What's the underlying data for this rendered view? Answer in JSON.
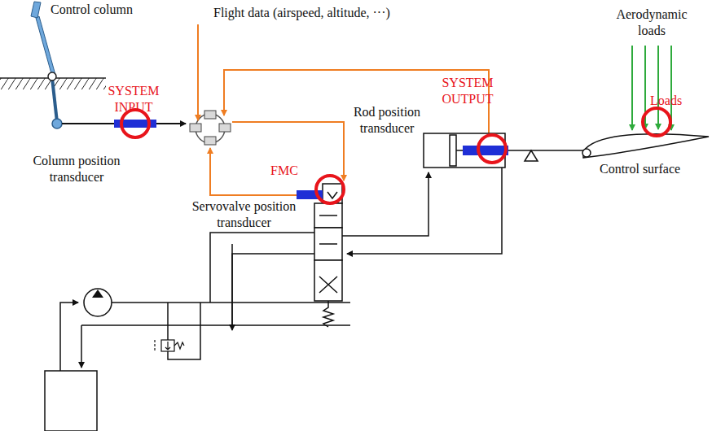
{
  "diagram": {
    "labels": [
      "Control column",
      "Flight data (airspeed, altitude, ···)",
      "Aerodynamic loads",
      "SYSTEM INPUT",
      "Column position transducer",
      "FMC",
      "Servovalve position transducer",
      "Rod position transducer",
      "SYSTEM OUTPUT",
      "Loads",
      "Control surface"
    ]
  }
}
